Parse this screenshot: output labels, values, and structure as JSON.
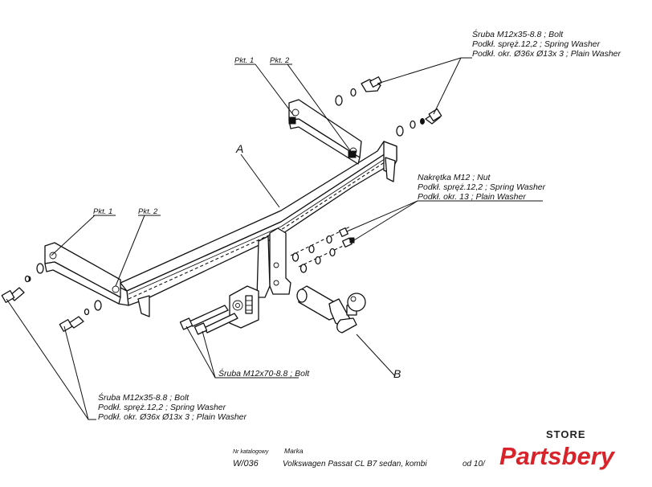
{
  "labels": {
    "pkt1_top": "Pkt. 1",
    "pkt2_top": "Pkt. 2",
    "pkt1_left": "Pkt. 1",
    "pkt2_left": "Pkt. 2",
    "part_a": "A",
    "part_b": "B"
  },
  "callouts": {
    "top_right": [
      "Śruba M12x35-8.8 ;  Bolt",
      "Podkł. spręż.12,2 ; Spring Washer",
      "Podkł. okr.  Ø36x Ø13x 3 ; Plain Washer"
    ],
    "middle_right": [
      "Nakrętka  M12 ; Nut",
      "Podkł. spręż.12,2 ; Spring Washer",
      "Podkł. okr. 13 ; Plain Washer"
    ],
    "bottom_left": [
      "Śruba M12x35-8.8 ;  Bolt",
      "Podkł. spręż.12,2 ; Spring Washer",
      "Podkł. okr.  Ø36x Ø13x 3 ; Plain Washer"
    ],
    "bottom_center": "Śruba M12x70-8.8 ;  Bolt"
  },
  "footer": {
    "catalog_header": "Nr katalogowy",
    "brand_header": "Marka",
    "catalog_number": "W/036",
    "vehicle": "Volkswagen Passat CL B7 sedan, kombi",
    "from": "od  10/"
  },
  "logo": {
    "store": "STORE",
    "brand": "Partsbery",
    "color": "#d8232a"
  }
}
